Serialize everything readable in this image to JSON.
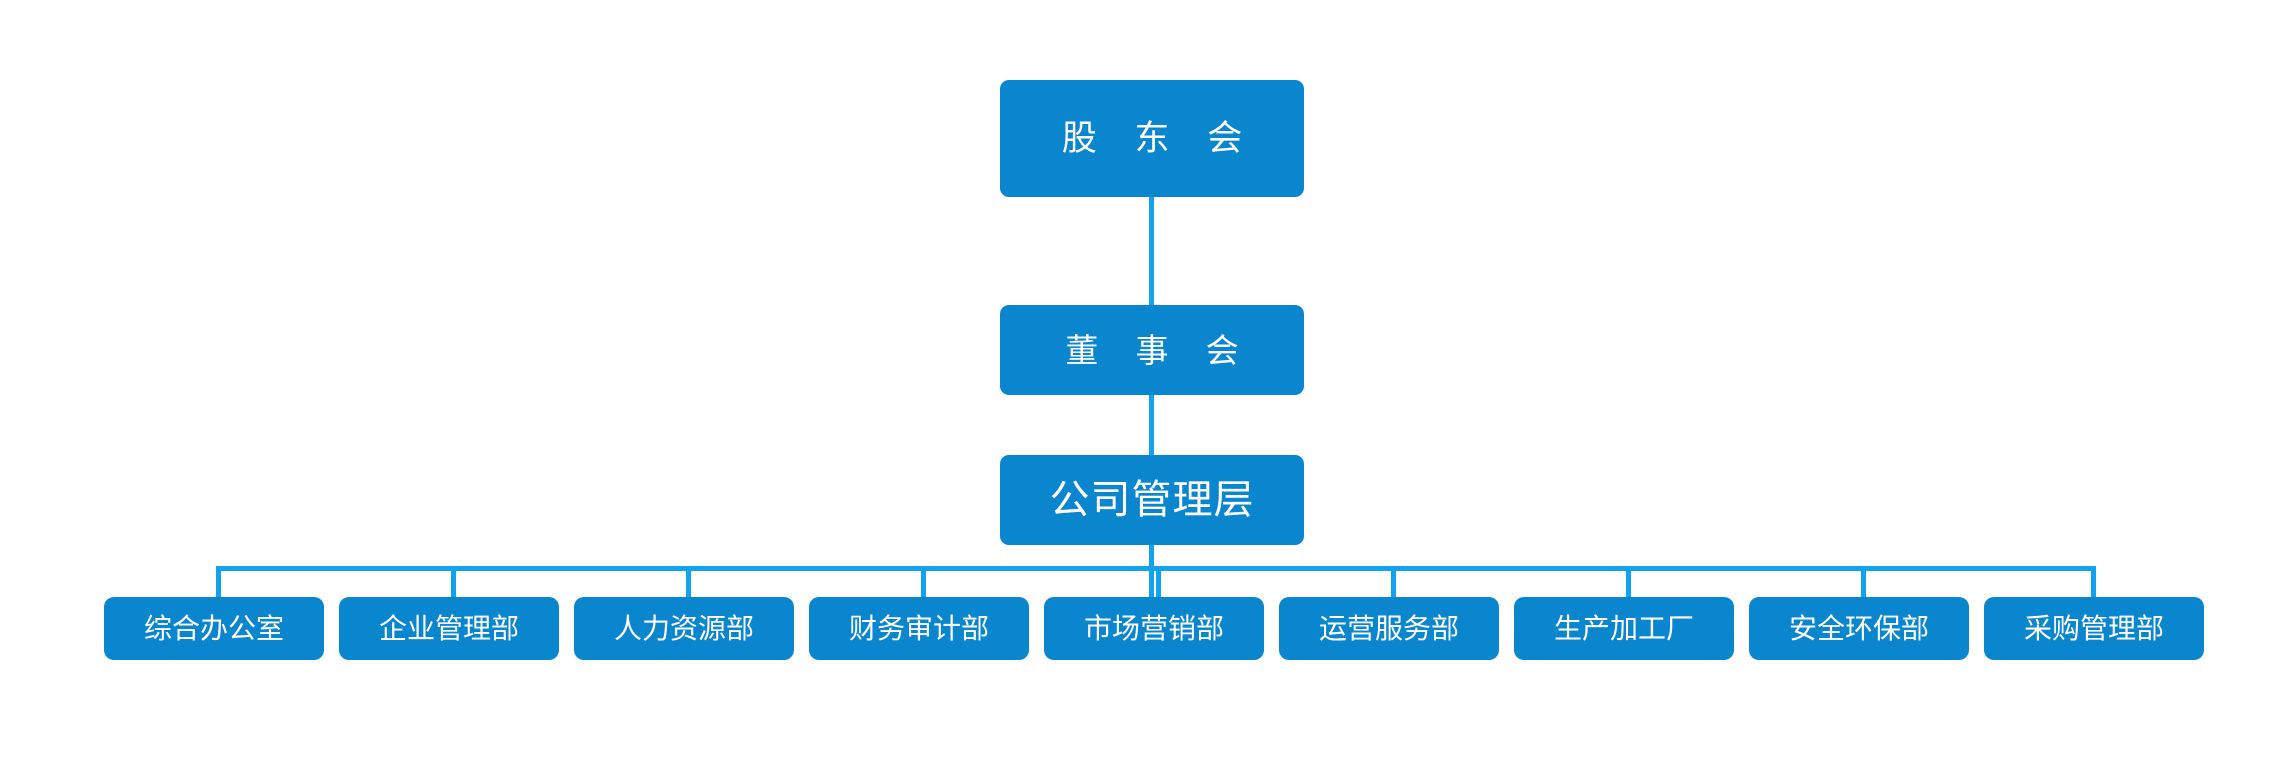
{
  "chart_data": {
    "type": "diagram",
    "title": "",
    "orientation": "top-down",
    "levels": 4,
    "colors": {
      "node_fill": "#0a86ce",
      "node_text": "#ffffff",
      "connector": "#12a3ef",
      "background": "#ffffff"
    },
    "nodes": {
      "shareholders": "股 东 会",
      "board": "董 事 会",
      "management": "公司管理层"
    },
    "departments": [
      {
        "label": "综合办公室"
      },
      {
        "label": "企业管理部"
      },
      {
        "label": "人力资源部"
      },
      {
        "label": "财务审计部"
      },
      {
        "label": "市场营销部"
      },
      {
        "label": "运营服务部"
      },
      {
        "label": "生产加工厂"
      },
      {
        "label": "安全环保部"
      },
      {
        "label": "采购管理部"
      }
    ]
  }
}
